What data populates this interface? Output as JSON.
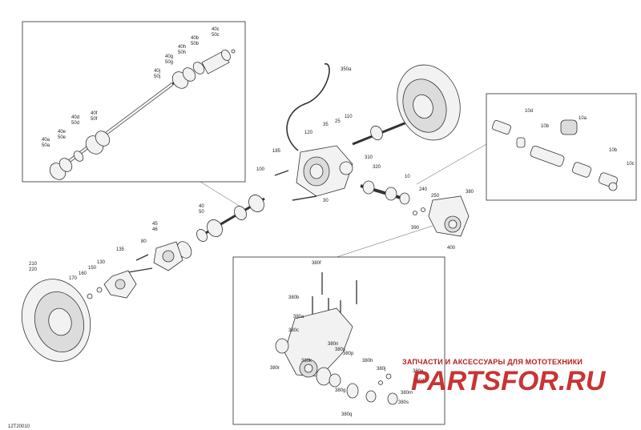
{
  "diagram_code": "12T20010",
  "watermark": {
    "tagline": "ЗАПЧАСТИ И АКСЕССУАРЫ ДЛЯ МОТОТЕХНИКИ",
    "logo": "PARTSFOR.RU"
  },
  "callouts": {
    "main": [
      "350a",
      "120",
      "35",
      "25",
      "110",
      "185",
      "100",
      "30",
      "310",
      "320",
      "10",
      "240",
      "250",
      "390",
      "380",
      "400",
      "40",
      "50",
      "45",
      "46",
      "80",
      "135",
      "130",
      "150",
      "160",
      "170",
      "210",
      "220"
    ],
    "axle_inset": [
      "40c",
      "50c",
      "40b",
      "50b",
      "40h",
      "50h",
      "40g",
      "50g",
      "40j",
      "50j",
      "40d",
      "50d",
      "40f",
      "50f",
      "40e",
      "50e",
      "40a",
      "50a"
    ],
    "shaft_inset": [
      "10d",
      "10b",
      "10a",
      "10b",
      "10c"
    ],
    "knuckle_inset": [
      "380f",
      "380b",
      "380a",
      "380c",
      "380n",
      "380s",
      "380p",
      "380k",
      "380r",
      "380h",
      "380j",
      "380e",
      "380d",
      "380m",
      "380s",
      "380g",
      "380q"
    ]
  }
}
